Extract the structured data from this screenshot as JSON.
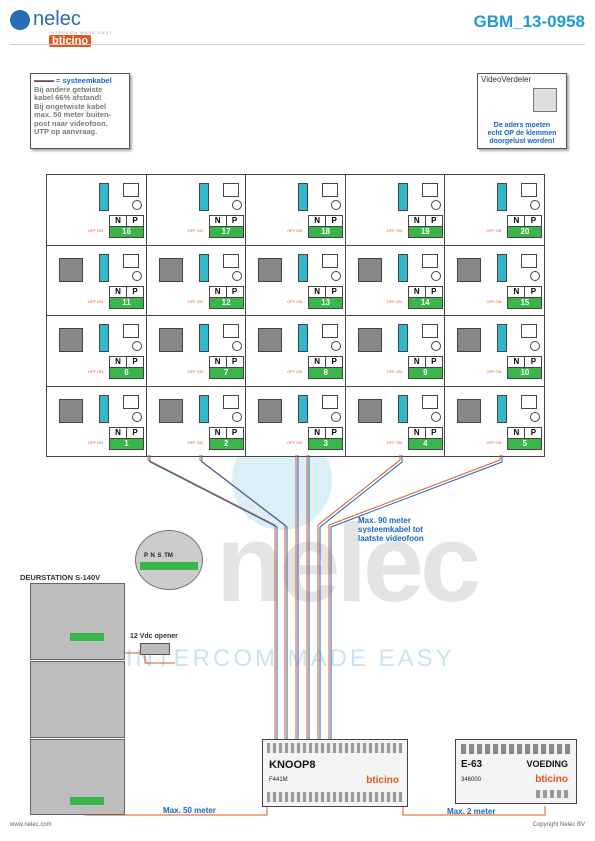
{
  "header": {
    "logo_text": "nelec",
    "logo_tagline": "INTERCOM MADE EASY",
    "logo_brand": "bticino",
    "doc_id": "GBM_13-0958"
  },
  "note_cable": {
    "legend": "= systeemkabel",
    "lines": [
      "Bij andere getwiste",
      "kabel 66% afstand!",
      "Bij ongetwiste kabel",
      "max. 50 meter buiten-",
      "post naar videofoon.",
      "UTP op aanvraag."
    ]
  },
  "note_splitter": {
    "title": "VideoVerdeler",
    "warning": [
      "De aders moeten",
      "echt OP de klemmen",
      "doorgelust worden!"
    ]
  },
  "grid": {
    "rows": [
      [
        "16",
        "17",
        "18",
        "19",
        "20"
      ],
      [
        "11",
        "12",
        "13",
        "14",
        "15"
      ],
      [
        "6",
        "7",
        "8",
        "9",
        "10"
      ],
      [
        "1",
        "2",
        "3",
        "4",
        "5"
      ]
    ],
    "col_n": "N",
    "col_p": "P",
    "off_on": "OFF ON"
  },
  "labels": {
    "max90": [
      "Max. 90 meter",
      "systeemkabel tot",
      "laatste videofoon"
    ],
    "max50": "Max. 50 meter",
    "max2": "Max. 2 meter",
    "opener": "12 Vdc opener",
    "deurstation": "DEURSTATION S-140V",
    "terminal_labels": "P N S TM"
  },
  "knoop": {
    "title": "KNOOP8",
    "model": "F441M",
    "brand": "bticino"
  },
  "voeding": {
    "title": "E-63",
    "name": "VOEDING",
    "code": "346000",
    "brand": "bticino"
  },
  "footer": {
    "left": "www.nelec.com",
    "right": "Copyright Nelec BV"
  },
  "watermark": {
    "big": "nelec",
    "sub": "INTERCOM MADE EASY"
  }
}
